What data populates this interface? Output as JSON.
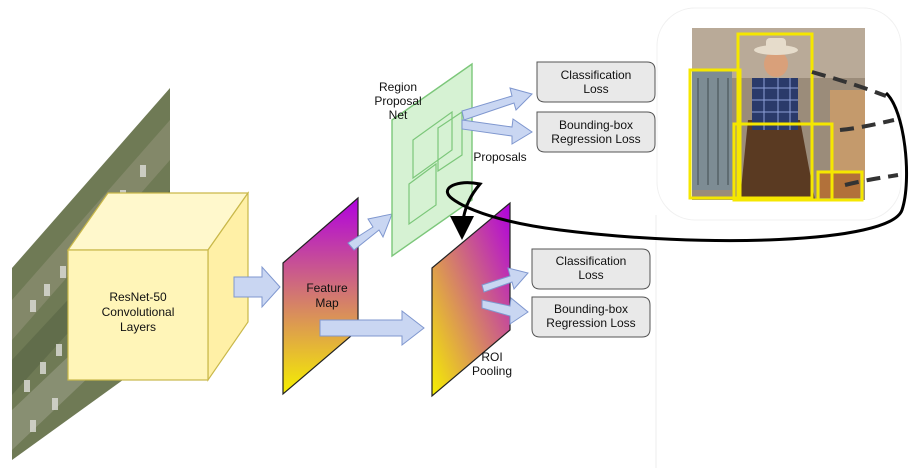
{
  "diagram": {
    "backbone": {
      "line1": "ResNet-50",
      "line2": "Convolutional",
      "line3": "Layers"
    },
    "feature_map": {
      "line1": "Feature",
      "line2": "Map"
    },
    "rpn": {
      "line1": "Region",
      "line2": "Proposal",
      "line3": "Net"
    },
    "proposals_label": "Proposals",
    "roi": {
      "line1": "ROI",
      "line2": "Pooling"
    },
    "rpn_losses": {
      "classification": {
        "line1": "Classification",
        "line2": "Loss"
      },
      "regression": {
        "line1": "Bounding-box",
        "line2": "Regression Loss"
      }
    },
    "head_losses": {
      "classification": {
        "line1": "Classification",
        "line2": "Loss"
      },
      "regression": {
        "line1": "Bounding-box",
        "line2": "Regression Loss"
      }
    },
    "colors": {
      "cube_front": "#fff5b8",
      "cube_border": "#c9b84a",
      "fmap_top": "#b000e0",
      "fmap_bottom": "#f0f000",
      "rpn_fill": "#d6f2d3",
      "rpn_border": "#7cc77a",
      "arrow_fill": "#c9d6f2",
      "arrow_border": "#7f97cf",
      "loss_box": "#e9e9e9",
      "highlight": "#f5e700"
    }
  }
}
